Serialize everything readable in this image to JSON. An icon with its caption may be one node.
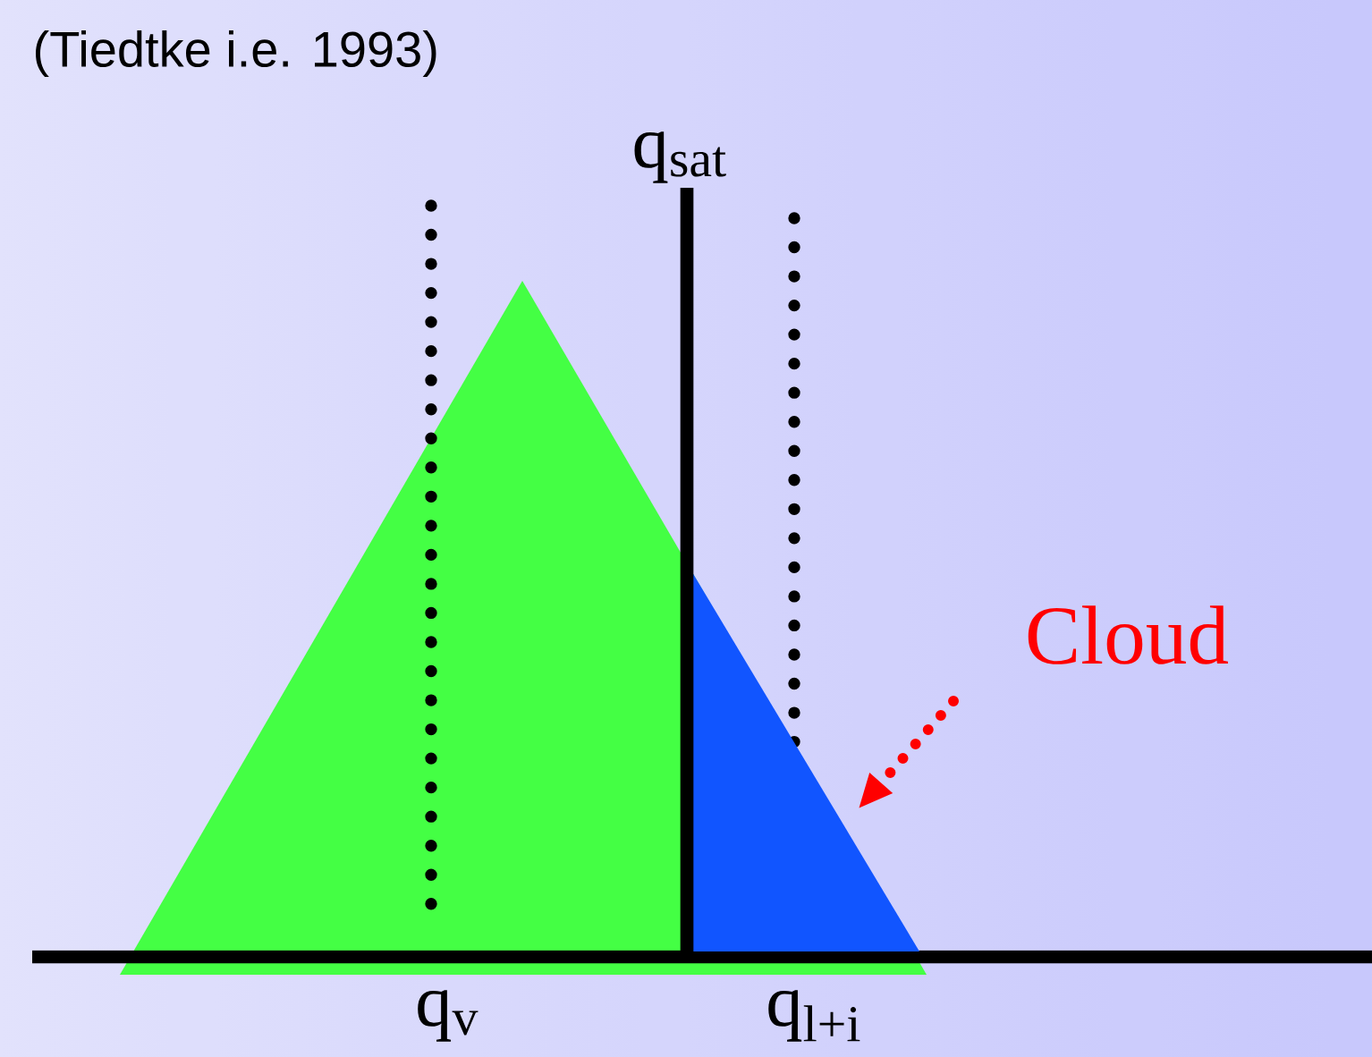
{
  "diagram": {
    "title": "(Tiedtke i.e. 1993)",
    "nodes": [
      {
        "text": [
          "Cloud"
        ]
      },
      {
        "text": [],
        "shape": "triangle"
      }
    ],
    "edges": [
      {
        "from": 0,
        "to": 1,
        "arrow": "to",
        "style": "dashed",
        "color": "#ff0000"
      }
    ],
    "labels": [
      "q$_{sat}$",
      "q$_{v}$",
      "q$_{l+i}$"
    ]
  }
}
